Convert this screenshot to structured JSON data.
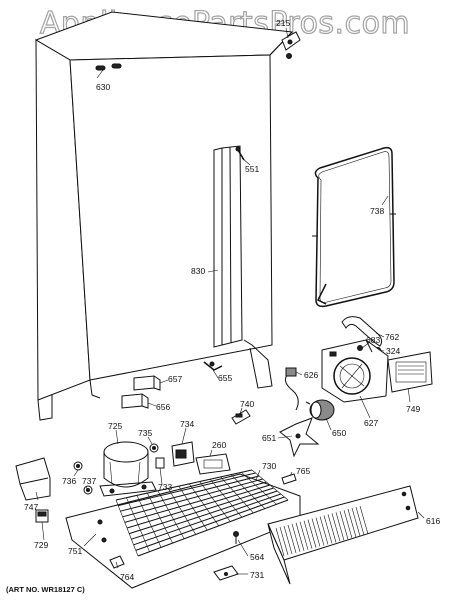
{
  "watermark": "AppliancePartsPros.com",
  "art_number": "(ART NO. WR18127 C)",
  "callouts": {
    "c215": "215",
    "c630": "630",
    "c551": "551",
    "c738": "738",
    "c830": "830",
    "c762": "762",
    "c683": "683",
    "c324": "324",
    "c626": "626",
    "c657": "657",
    "c655": "655",
    "c656": "656",
    "c740": "740",
    "c627": "627",
    "c749": "749",
    "c725": "725",
    "c735": "735",
    "c734": "734",
    "c651": "651",
    "c650": "650",
    "c260": "260",
    "c730": "730",
    "c765": "765",
    "c736": "736",
    "c737": "737",
    "c733": "733",
    "c747": "747",
    "c729": "729",
    "c751": "751",
    "c616": "616",
    "c564": "564",
    "c764": "764",
    "c731": "731"
  }
}
